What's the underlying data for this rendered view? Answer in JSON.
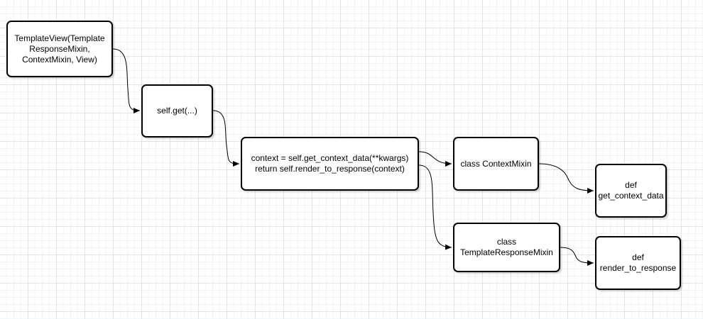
{
  "nodes": {
    "template_view": "TemplateView(Template\nResponseMixin,\nContextMixin, View)",
    "self_get": "self.get(...)",
    "context_call": "context = self.get_context_data(**kwargs)\nreturn self.render_to_response(context)",
    "class_context_mixin": "class ContextMixin",
    "class_template_response_mixin": "class\nTemplateResponseMixin",
    "def_get_context_data": "def\nget_context_data",
    "def_render_to_response": "def\nrender_to_response"
  },
  "colors": {
    "stroke": "#000000",
    "node_fill": "#ffffff",
    "grid": "#d2d7e1"
  }
}
